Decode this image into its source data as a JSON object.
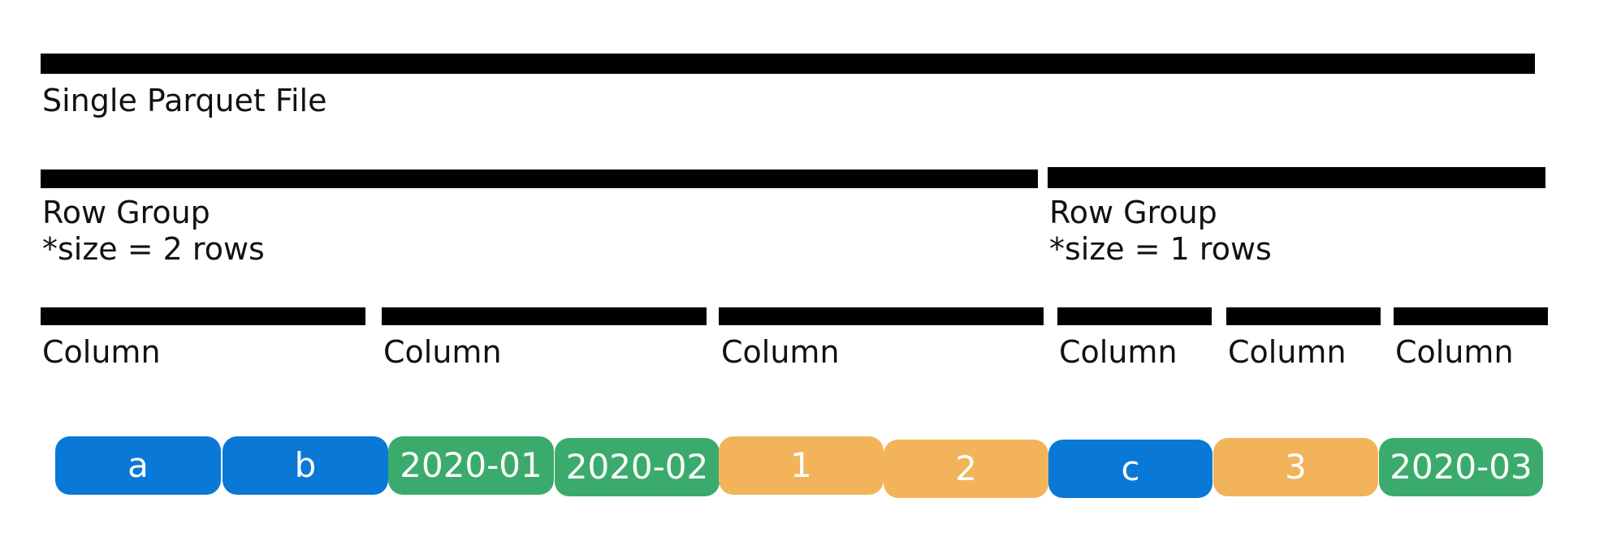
{
  "file": {
    "label": "Single Parquet File"
  },
  "row_groups": [
    {
      "title": "Row Group",
      "size_note": "*size = 2 rows"
    },
    {
      "title": "Row Group",
      "size_note": "*size = 1 rows"
    }
  ],
  "columns": [
    {
      "label": "Column"
    },
    {
      "label": "Column"
    },
    {
      "label": "Column"
    },
    {
      "label": "Column"
    },
    {
      "label": "Column"
    },
    {
      "label": "Column"
    }
  ],
  "cells": [
    {
      "value": "a",
      "color": "#0a78d6"
    },
    {
      "value": "b",
      "color": "#0a78d6"
    },
    {
      "value": "2020-01",
      "color": "#3aab6c"
    },
    {
      "value": "2020-02",
      "color": "#3aab6c"
    },
    {
      "value": "1",
      "color": "#f2b35a"
    },
    {
      "value": "2",
      "color": "#f2b35a"
    },
    {
      "value": "c",
      "color": "#0a78d6"
    },
    {
      "value": "3",
      "color": "#f2b35a"
    },
    {
      "value": "2020-03",
      "color": "#3aab6c"
    }
  ]
}
